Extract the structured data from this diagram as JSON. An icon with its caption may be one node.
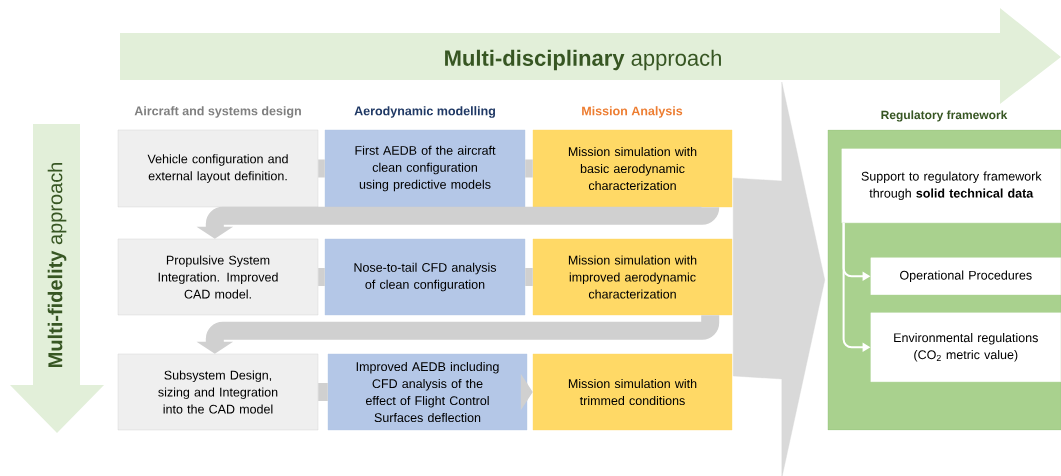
{
  "diagram": {
    "nodes": [
      {
        "text": [
          "**Multi-disciplinary** approach"
        ]
      },
      {
        "text": [
          "**Multi-fidelity** approach"
        ]
      },
      {
        "text": [
          "Vehicle configuration and external layout definition."
        ]
      },
      {
        "text": [
          "First AEDB of the aircraft clean configuration using predictive models"
        ]
      },
      {
        "text": [
          "Mission simulation with basic aerodynamic characterization"
        ]
      },
      {
        "text": [
          "Propulsive System Integration. Improved CAD model."
        ]
      },
      {
        "text": [
          "Nose-to-tail CFD analysis of clean configuration"
        ]
      },
      {
        "text": [
          "Mission simulation with improved aerodynamic characterization"
        ]
      },
      {
        "text": [
          "Subsystem Design, sizing and Integration into the CAD model"
        ]
      },
      {
        "text": [
          "Improved AEDB including CFD analysis of the effect of Flight Control Surfaces deflection"
        ]
      },
      {
        "text": [
          "Mission simulation with trimmed conditions"
        ]
      },
      {
        "text": [
          "Regulatory framework"
        ]
      },
      {
        "text": [
          "Support to regulatory framework through **solid technical data**"
        ],
        "in": 11
      },
      {
        "text": [
          "Operational Procedures"
        ],
        "in": 11
      },
      {
        "text": [
          "Environmental regulations (CO$_{2}$ metric value)"
        ],
        "in": 11
      }
    ],
    "edges": [
      {
        "from": 2,
        "to": 3,
        "arrow": "none"
      },
      {
        "from": 3,
        "to": 4,
        "arrow": "none"
      },
      {
        "from": 4,
        "to": 5,
        "arrow": "to"
      },
      {
        "from": 5,
        "to": 6,
        "arrow": "none"
      },
      {
        "from": 6,
        "to": 7,
        "arrow": "none"
      },
      {
        "from": 7,
        "to": 8,
        "arrow": "to"
      },
      {
        "from": 8,
        "to": 9,
        "arrow": "none"
      },
      {
        "from": 9,
        "to": 10,
        "arrow": "to"
      },
      {
        "from": 7,
        "to": 11,
        "arrow": "to",
        "style": "thick"
      },
      {
        "from": 12,
        "to": 13,
        "arrow": "to",
        "color": "#ffffff"
      },
      {
        "from": 12,
        "to": 14,
        "arrow": "to",
        "color": "#ffffff"
      }
    ],
    "labels": [
      "Aircraft and systems design",
      "Aerodynamic modelling",
      "Mission Analysis"
    ]
  }
}
